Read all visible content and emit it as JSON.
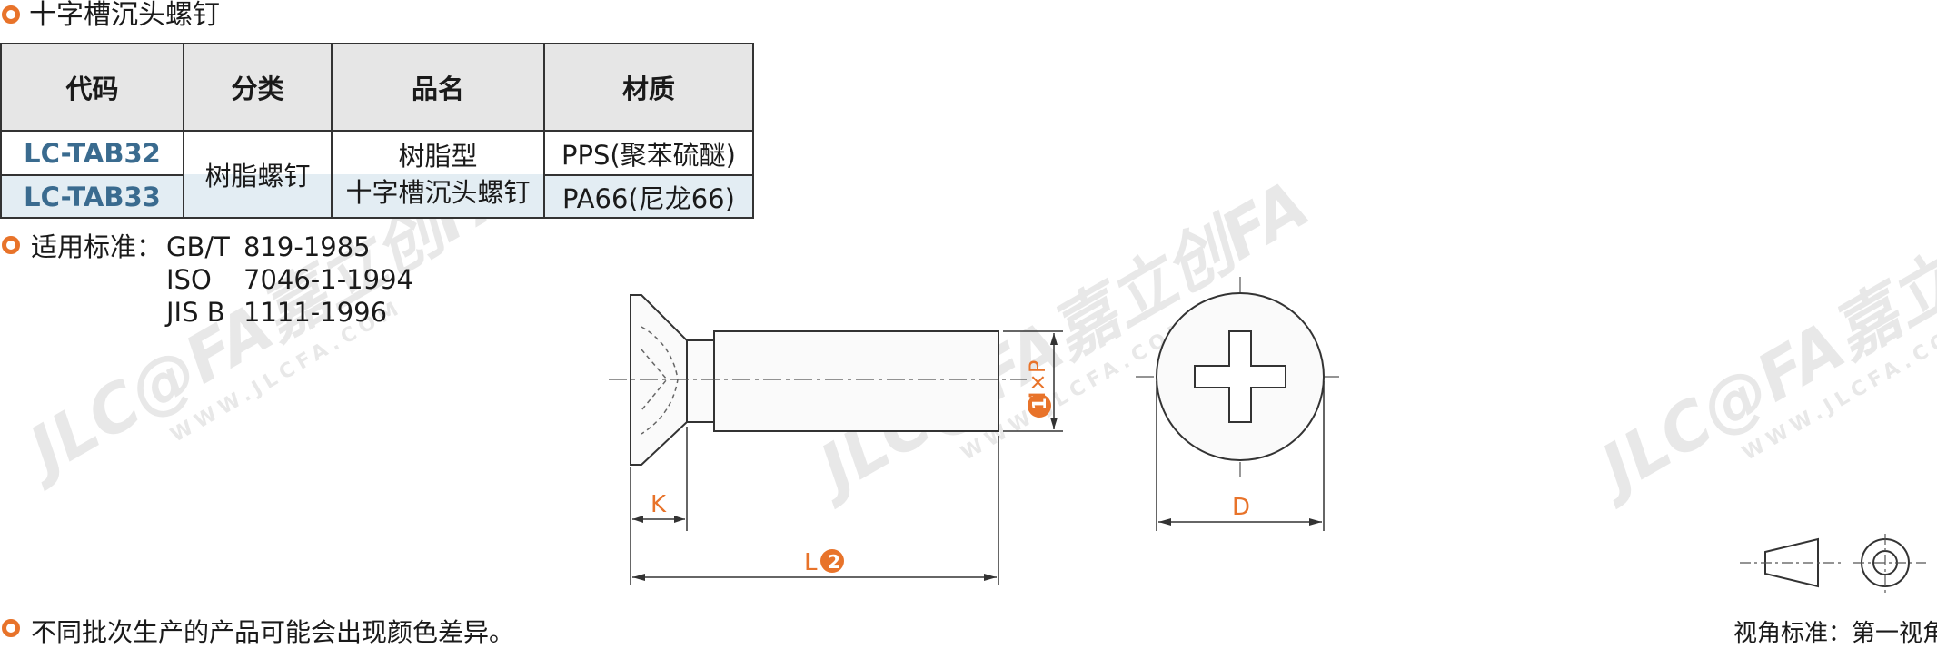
{
  "title": "十字槽沉头螺钉",
  "table": {
    "headers": [
      "代码",
      "分类",
      "品名",
      "材质"
    ],
    "rows": [
      {
        "code": "LC-TAB32",
        "material": "PPS(聚苯硫醚)"
      },
      {
        "code": "LC-TAB33",
        "material": "PA66(尼龙66)"
      }
    ],
    "category": "树脂螺钉",
    "name_line1": "树脂型",
    "name_line2": "十字槽沉头螺钉"
  },
  "standards": {
    "label": "适用标准：",
    "items": [
      {
        "org": "GB/T",
        "number": "819-1985"
      },
      {
        "org": "ISO",
        "number": "7046-1-1994"
      },
      {
        "org": "JIS B",
        "number": "1111-1996"
      }
    ]
  },
  "drawing": {
    "dim_k": "K",
    "dim_l": "L",
    "dim_mxp": "M×P",
    "dim_d": "D",
    "badge_1": "1",
    "badge_2": "2",
    "accent_color": "#e8732a"
  },
  "watermark": {
    "logo": "JLC@FA",
    "brand": "嘉立创FA",
    "url": "WWW.JLCFA.COM"
  },
  "note": "不同批次生产的产品可能会出现颜色差异。",
  "view_standard": "视角标准：第一视角"
}
